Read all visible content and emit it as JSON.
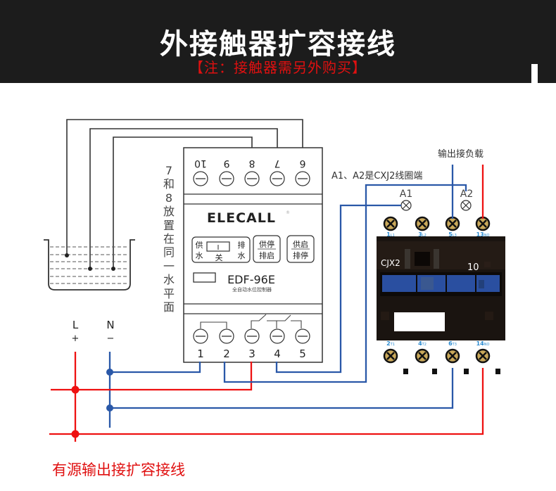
{
  "header": {
    "title": "外接触器扩容接线",
    "note": "【注：接触器需另外购买】"
  },
  "side_label": [
    "7",
    "和",
    "8",
    "放",
    "置",
    "在",
    "同",
    "一",
    "水",
    "平",
    "面"
  ],
  "power": {
    "live_label": "L",
    "live_sign": "+",
    "neutral_label": "N",
    "neutral_sign": "−"
  },
  "controller": {
    "brand": "ELECALL",
    "registered_mark": "®",
    "model": "EDF-96E",
    "subtitle": "全自动水位控制器",
    "top_terminals": [
      "10",
      "9",
      "8",
      "7",
      "6"
    ],
    "bottom_terminals": [
      "1",
      "2",
      "3",
      "4",
      "5"
    ],
    "switch": {
      "left_top": "供",
      "left_bottom": "水",
      "center_mark": "I",
      "center_label": "关",
      "right_top": "排",
      "right_bottom": "水"
    },
    "mode_buttons": [
      {
        "top": "供停",
        "bottom": "排启"
      },
      {
        "top": "供启",
        "bottom": "排停"
      }
    ]
  },
  "contactor": {
    "model": "CJX2",
    "rating": "10",
    "coil_note": "A1、A2是CXJ2线圈端",
    "coil_terminals": [
      "A1",
      "A2"
    ],
    "top_terminals": [
      {
        "num": "1",
        "sub": "L1"
      },
      {
        "num": "3",
        "sub": "L2"
      },
      {
        "num": "5",
        "sub": "L3"
      },
      {
        "num": "13",
        "sub": "NO"
      }
    ],
    "bottom_terminals": [
      {
        "num": "2",
        "sub": "T1"
      },
      {
        "num": "4",
        "sub": "T2"
      },
      {
        "num": "6",
        "sub": "T3"
      },
      {
        "num": "14",
        "sub": "NO"
      }
    ],
    "output_label": "输出接负载"
  },
  "footer": {
    "caption": "有源输出接扩容接线"
  },
  "colors": {
    "header_bg": "#1c1c1c",
    "live_wire": "#ee1111",
    "neutral_wire": "#2a58a8",
    "probe_wire": "#333333",
    "contactor_body": "#1a1410",
    "contactor_slider": "#2a4fa0",
    "terminal_gold": "#c9a85a"
  }
}
